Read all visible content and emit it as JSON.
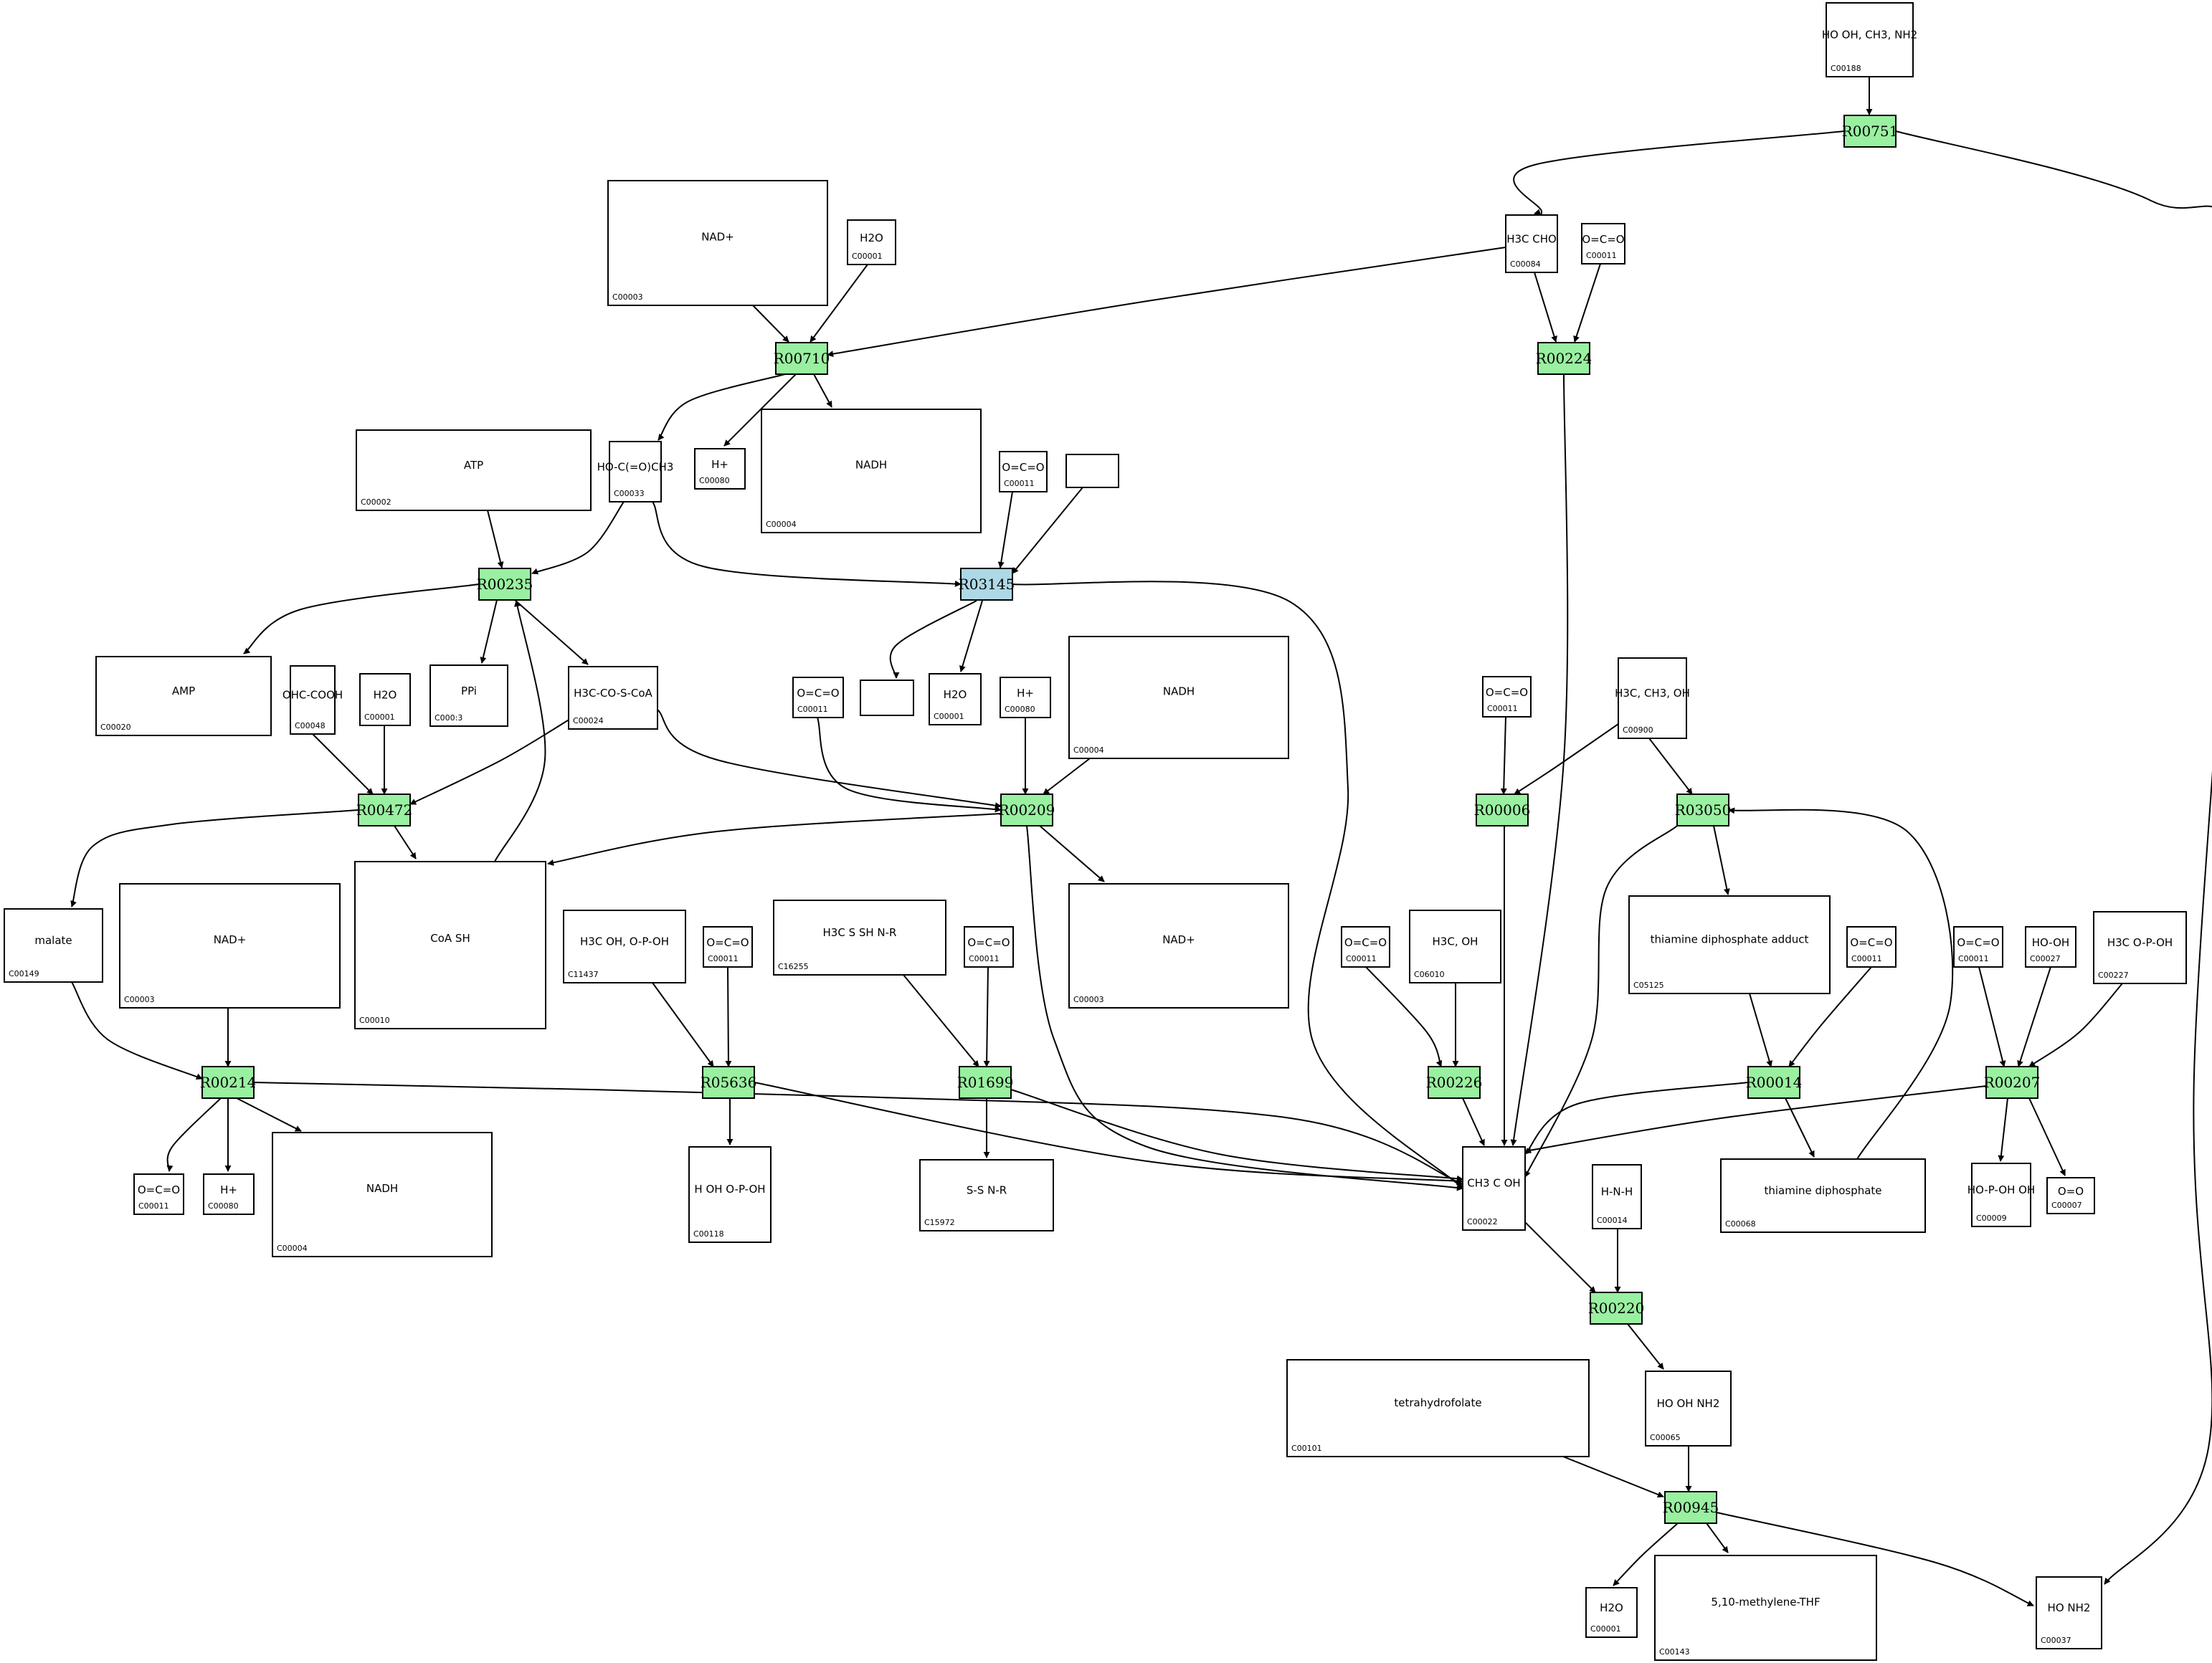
{
  "colors": {
    "reaction_default": "#99f0a0",
    "reaction_highlight": "#add8e6",
    "compound_border": "#000000",
    "edge": "#000000"
  },
  "reactions": [
    {
      "id": "R00751",
      "label": "R00751",
      "highlight": false
    },
    {
      "id": "R00710",
      "label": "R00710",
      "highlight": false
    },
    {
      "id": "R00224",
      "label": "R00224",
      "highlight": false
    },
    {
      "id": "R00235",
      "label": "R00235",
      "highlight": false
    },
    {
      "id": "R03145",
      "label": "R03145",
      "highlight": true
    },
    {
      "id": "R00472",
      "label": "R00472",
      "highlight": false
    },
    {
      "id": "R00209",
      "label": "R00209",
      "highlight": false
    },
    {
      "id": "R00006",
      "label": "R00006",
      "highlight": false
    },
    {
      "id": "R03050",
      "label": "R03050",
      "highlight": false
    },
    {
      "id": "R00214",
      "label": "R00214",
      "highlight": false
    },
    {
      "id": "R05636",
      "label": "R05636",
      "highlight": false
    },
    {
      "id": "R01699",
      "label": "R01699",
      "highlight": false
    },
    {
      "id": "R00226",
      "label": "R00226",
      "highlight": false
    },
    {
      "id": "R00014",
      "label": "R00014",
      "highlight": false
    },
    {
      "id": "R00207",
      "label": "R00207",
      "highlight": false
    },
    {
      "id": "R00220",
      "label": "R00220",
      "highlight": false
    },
    {
      "id": "R00945",
      "label": "R00945",
      "highlight": false
    }
  ],
  "compounds": [
    {
      "id": "c_C00188",
      "label": "C00188",
      "structure": "HO OH, CH3, NH2"
    },
    {
      "id": "c_C00084",
      "label": "C00084",
      "structure": "H3C CHO"
    },
    {
      "id": "c_C00011_a",
      "label": "C00011",
      "structure": "O=C=O"
    },
    {
      "id": "c_C00003_a",
      "label": "C00003",
      "structure": "NAD+"
    },
    {
      "id": "c_C00001_a",
      "label": "C00001",
      "structure": "H2O"
    },
    {
      "id": "c_C00002",
      "label": "C00002",
      "structure": "ATP"
    },
    {
      "id": "c_C00033",
      "label": "C00033",
      "structure": "HO-C(=O)CH3"
    },
    {
      "id": "c_C00080_a",
      "label": "C00080",
      "structure": "H+"
    },
    {
      "id": "c_C00004_a",
      "label": "C00004",
      "structure": "NADH"
    },
    {
      "id": "c_C00011_b",
      "label": "C00011",
      "structure": "O=C=O"
    },
    {
      "id": "c_blank_a",
      "label": "",
      "structure": ""
    },
    {
      "id": "c_C00020",
      "label": "C00020",
      "structure": "AMP"
    },
    {
      "id": "c_C00048",
      "label": "C00048",
      "structure": "OHC-COOH"
    },
    {
      "id": "c_C00001_b",
      "label": "C00001",
      "structure": "H2O"
    },
    {
      "id": "c_C00013",
      "label": "C000:3",
      "structure": "PPi"
    },
    {
      "id": "c_C00024",
      "label": "C00024",
      "structure": "H3C-CO-S-CoA"
    },
    {
      "id": "c_C00011_c",
      "label": "C00011",
      "structure": "O=C=O"
    },
    {
      "id": "c_blank_b",
      "label": "",
      "structure": ""
    },
    {
      "id": "c_C00001_c",
      "label": "C00001",
      "structure": "H2O"
    },
    {
      "id": "c_C00080_b",
      "label": "C00080",
      "structure": "H+"
    },
    {
      "id": "c_C00004_b",
      "label": "C00004",
      "structure": "NADH"
    },
    {
      "id": "c_C00011_d",
      "label": "C00011",
      "structure": "O=C=O"
    },
    {
      "id": "c_C00900",
      "label": "C00900",
      "structure": "H3C, CH3, OH"
    },
    {
      "id": "c_C00149",
      "label": "C00149",
      "structure": "malate"
    },
    {
      "id": "c_C00003_b",
      "label": "C00003",
      "structure": "NAD+"
    },
    {
      "id": "c_C00010",
      "label": "C00010",
      "structure": "CoA SH"
    },
    {
      "id": "c_C11437",
      "label": "C11437",
      "structure": "H3C OH, O-P-OH"
    },
    {
      "id": "c_C00011_e",
      "label": "C00011",
      "structure": "O=C=O"
    },
    {
      "id": "c_C16255",
      "label": "C16255",
      "structure": "H3C S SH N-R"
    },
    {
      "id": "c_C00011_f",
      "label": "C00011",
      "structure": "O=C=O"
    },
    {
      "id": "c_C00003_c",
      "label": "C00003",
      "structure": "NAD+"
    },
    {
      "id": "c_C00011_g",
      "label": "C00011",
      "structure": "O=C=O"
    },
    {
      "id": "c_C06010",
      "label": "C06010",
      "structure": "H3C, OH"
    },
    {
      "id": "c_C05125",
      "label": "C05125",
      "structure": "thiamine diphosphate adduct"
    },
    {
      "id": "c_C00011_h",
      "label": "C00011",
      "structure": "O=C=O"
    },
    {
      "id": "c_C00011_i",
      "label": "C00011",
      "structure": "O=C=O"
    },
    {
      "id": "c_C00027",
      "label": "C00027",
      "structure": "HO-OH"
    },
    {
      "id": "c_C00227",
      "label": "C00227",
      "structure": "H3C O-P-OH"
    },
    {
      "id": "c_C00011_j",
      "label": "C00011",
      "structure": "O=C=O"
    },
    {
      "id": "c_C00080_c",
      "label": "C00080",
      "structure": "H+"
    },
    {
      "id": "c_C00004_c",
      "label": "C00004",
      "structure": "NADH"
    },
    {
      "id": "c_C00118",
      "label": "C00118",
      "structure": "H OH O-P-OH"
    },
    {
      "id": "c_C15972",
      "label": "C15972",
      "structure": "S-S N-R"
    },
    {
      "id": "c_C00022",
      "label": "C00022",
      "structure": "CH3 C OH"
    },
    {
      "id": "c_C00068",
      "label": "C00068",
      "structure": "thiamine diphosphate"
    },
    {
      "id": "c_C00009",
      "label": "C00009",
      "structure": "HO-P-OH OH"
    },
    {
      "id": "c_C00007",
      "label": "C00007",
      "structure": "O=O"
    },
    {
      "id": "c_C00014",
      "label": "C00014",
      "structure": "H-N-H"
    },
    {
      "id": "c_C00101",
      "label": "C00101",
      "structure": "tetrahydrofolate"
    },
    {
      "id": "c_C00065",
      "label": "C00065",
      "structure": "HO OH NH2"
    },
    {
      "id": "c_C00001_d",
      "label": "C00001",
      "structure": "H2O"
    },
    {
      "id": "c_C00143",
      "label": "C00143",
      "structure": "5,10-methylene-THF"
    },
    {
      "id": "c_C00037",
      "label": "C00037",
      "structure": "HO NH2"
    }
  ]
}
